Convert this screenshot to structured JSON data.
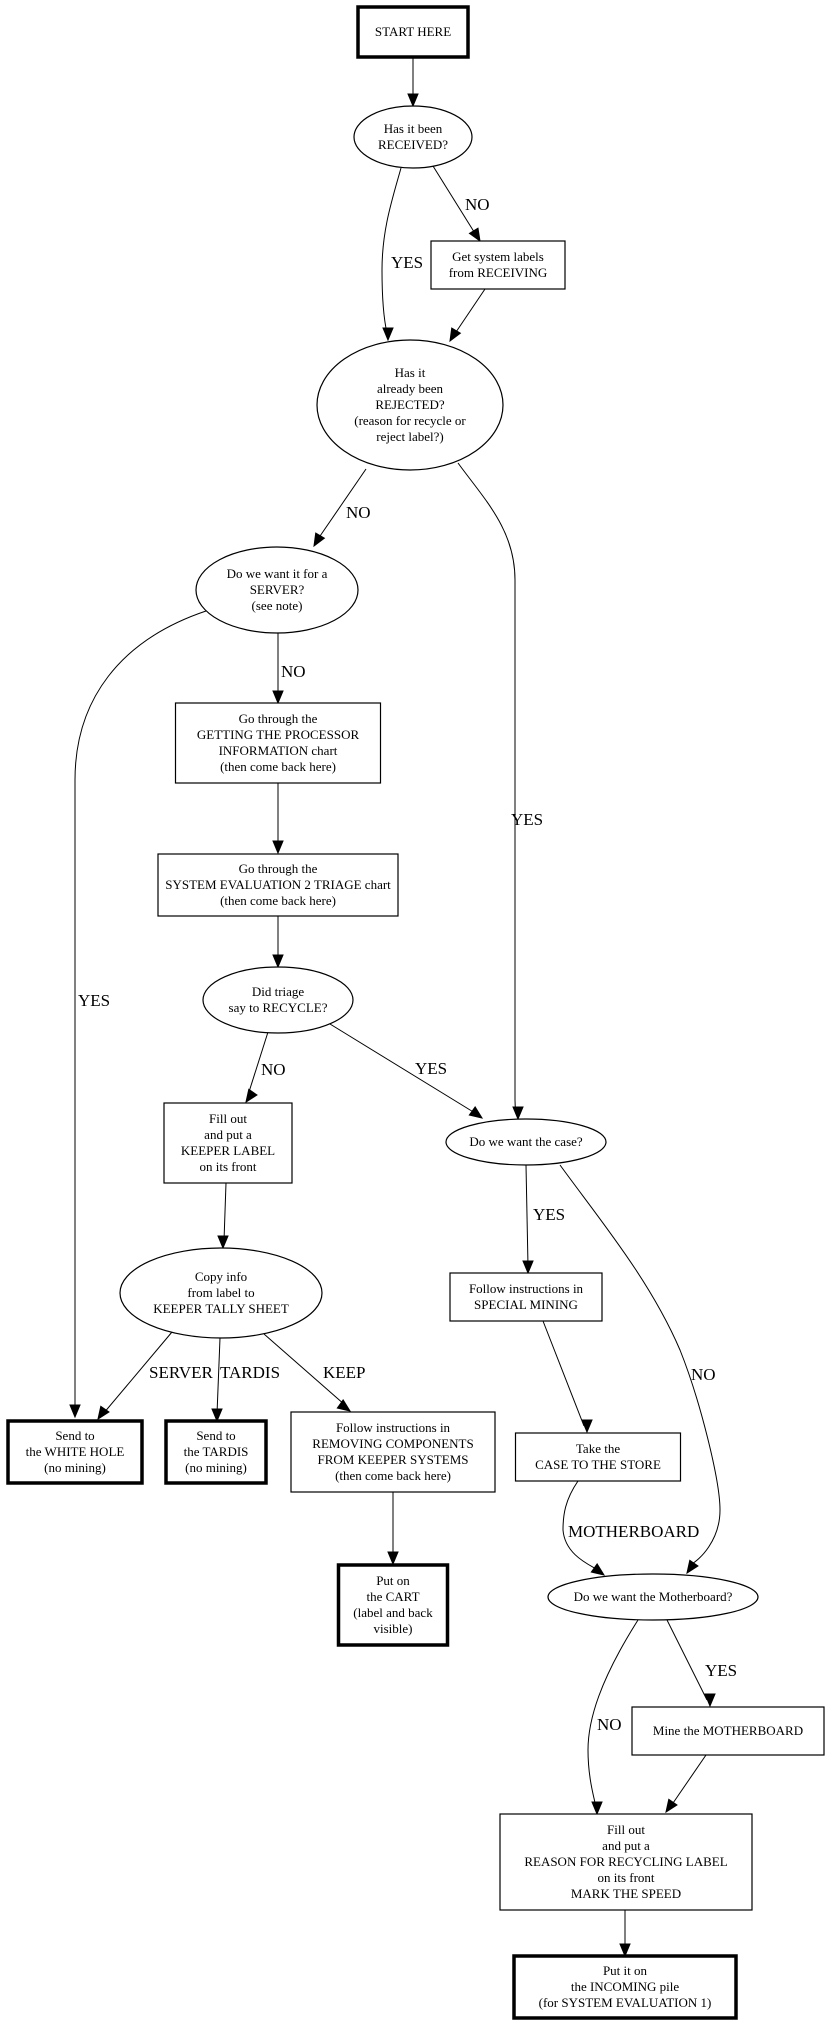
{
  "diagram": {
    "type": "flowchart",
    "nodes": {
      "start": {
        "shape": "box-bold",
        "lines": [
          "START HERE"
        ]
      },
      "received": {
        "shape": "ellipse",
        "lines": [
          "Has it been",
          "RECEIVED?"
        ]
      },
      "get_labels": {
        "shape": "box",
        "lines": [
          "Get system labels",
          "from RECEIVING"
        ]
      },
      "rejected": {
        "shape": "ellipse",
        "lines": [
          "Has it",
          "already been",
          "REJECTED?",
          "(reason for recycle or",
          "reject label?)"
        ]
      },
      "server": {
        "shape": "ellipse",
        "lines": [
          "Do we want it for a",
          "SERVER?",
          "(see note)"
        ]
      },
      "processor": {
        "shape": "box",
        "lines": [
          "Go through the",
          "GETTING THE PROCESSOR",
          "INFORMATION chart",
          "(then come back here)"
        ]
      },
      "triage_chart": {
        "shape": "box",
        "lines": [
          "Go through the",
          "SYSTEM EVALUATION 2 TRIAGE chart",
          "(then come back here)"
        ]
      },
      "triage_recycle": {
        "shape": "ellipse",
        "lines": [
          "Did triage",
          "say to RECYCLE?"
        ]
      },
      "keeper_label": {
        "shape": "box",
        "lines": [
          "Fill out",
          "and put a",
          "KEEPER LABEL",
          "on its front"
        ]
      },
      "want_case": {
        "shape": "ellipse",
        "lines": [
          "Do we want the case?"
        ]
      },
      "copy_info": {
        "shape": "ellipse",
        "lines": [
          "Copy info",
          "from label to",
          "KEEPER TALLY SHEET"
        ]
      },
      "special_mining": {
        "shape": "box",
        "lines": [
          "Follow instructions in",
          "SPECIAL MINING"
        ]
      },
      "white_hole": {
        "shape": "box-bold",
        "lines": [
          "Send to",
          "the WHITE HOLE",
          "(no mining)"
        ]
      },
      "tardis": {
        "shape": "box-bold",
        "lines": [
          "Send to",
          "the TARDIS",
          "(no mining)"
        ]
      },
      "removing": {
        "shape": "box",
        "lines": [
          "Follow instructions in",
          "REMOVING COMPONENTS",
          "FROM KEEPER SYSTEMS",
          "(then come back here)"
        ]
      },
      "case_store": {
        "shape": "box",
        "lines": [
          "Take the",
          "CASE TO THE STORE"
        ]
      },
      "cart": {
        "shape": "box-bold",
        "lines": [
          "Put on",
          "the CART",
          "(label and back",
          "visible)"
        ]
      },
      "want_mobo": {
        "shape": "ellipse",
        "lines": [
          "Do we want the Motherboard?"
        ]
      },
      "mine_mobo": {
        "shape": "box",
        "lines": [
          "Mine the MOTHERBOARD"
        ]
      },
      "recycle_label": {
        "shape": "box",
        "lines": [
          "Fill out",
          "and put a",
          "REASON FOR RECYCLING LABEL",
          "on its front",
          "MARK THE SPEED"
        ]
      },
      "incoming": {
        "shape": "box-bold",
        "lines": [
          "Put it on",
          "the INCOMING pile",
          "(for SYSTEM EVALUATION 1)"
        ]
      }
    },
    "edges": [
      {
        "from": "start",
        "to": "received",
        "label": ""
      },
      {
        "from": "received",
        "to": "get_labels",
        "label": "NO"
      },
      {
        "from": "received",
        "to": "rejected",
        "label": "YES"
      },
      {
        "from": "get_labels",
        "to": "rejected",
        "label": ""
      },
      {
        "from": "rejected",
        "to": "server",
        "label": "NO"
      },
      {
        "from": "rejected",
        "to": "want_case",
        "label": "YES"
      },
      {
        "from": "server",
        "to": "processor",
        "label": "NO"
      },
      {
        "from": "server",
        "to": "white_hole",
        "label": "YES"
      },
      {
        "from": "processor",
        "to": "triage_chart",
        "label": ""
      },
      {
        "from": "triage_chart",
        "to": "triage_recycle",
        "label": ""
      },
      {
        "from": "triage_recycle",
        "to": "keeper_label",
        "label": "NO"
      },
      {
        "from": "triage_recycle",
        "to": "want_case",
        "label": "YES"
      },
      {
        "from": "keeper_label",
        "to": "copy_info",
        "label": ""
      },
      {
        "from": "copy_info",
        "to": "white_hole",
        "label": "SERVER"
      },
      {
        "from": "copy_info",
        "to": "tardis",
        "label": "TARDIS"
      },
      {
        "from": "copy_info",
        "to": "removing",
        "label": "KEEP"
      },
      {
        "from": "removing",
        "to": "cart",
        "label": ""
      },
      {
        "from": "want_case",
        "to": "special_mining",
        "label": "YES"
      },
      {
        "from": "want_case",
        "to": "want_mobo",
        "label": "NO"
      },
      {
        "from": "special_mining",
        "to": "case_store",
        "label": ""
      },
      {
        "from": "case_store",
        "to": "want_mobo",
        "label": "MOTHERBOARD"
      },
      {
        "from": "want_mobo",
        "to": "mine_mobo",
        "label": "YES"
      },
      {
        "from": "want_mobo",
        "to": "recycle_label",
        "label": "NO"
      },
      {
        "from": "mine_mobo",
        "to": "recycle_label",
        "label": ""
      },
      {
        "from": "recycle_label",
        "to": "incoming",
        "label": ""
      }
    ]
  }
}
